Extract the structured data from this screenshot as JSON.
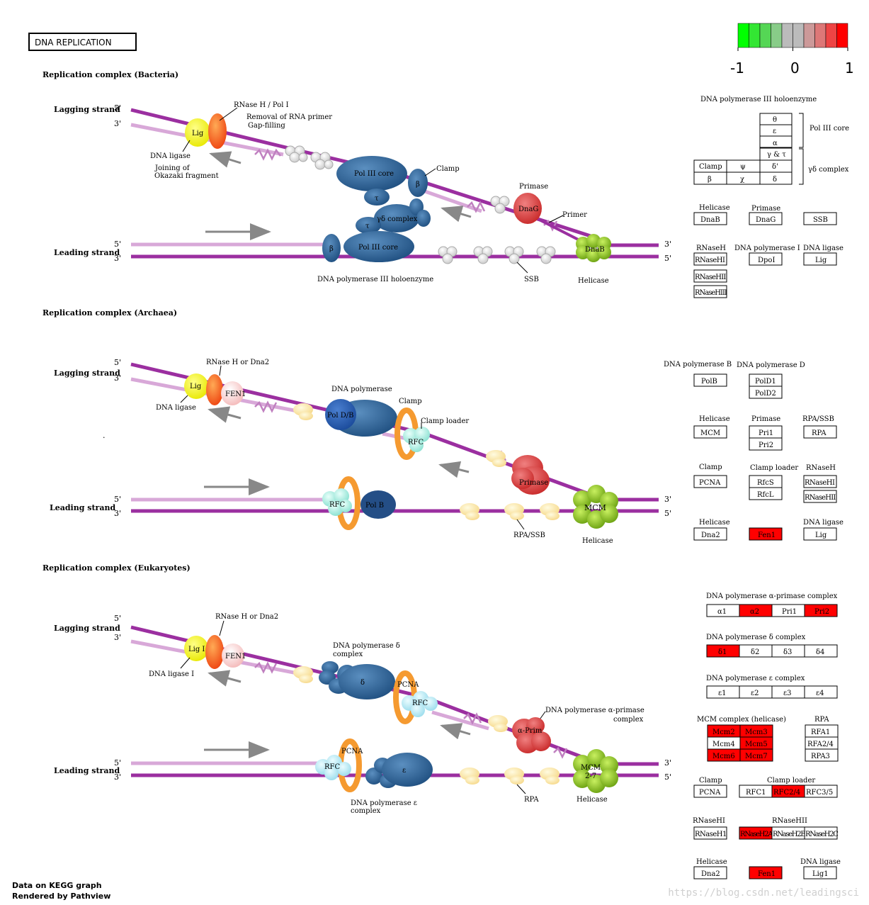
{
  "title": "DNA REPLICATION",
  "legend": {
    "min": "-1",
    "mid": "0",
    "max": "1",
    "colors": [
      "#00ff00",
      "#33e633",
      "#55d655",
      "#88cc88",
      "#bbbbbb",
      "#bbbbbb",
      "#cc9999",
      "#dd7777",
      "#ee4444",
      "#ff0000"
    ]
  },
  "sections": {
    "bacteria": "Replication complex (Bacteria)",
    "archaea": "Replication complex (Archaea)",
    "eukaryotes": "Replication complex (Eukaryotes)"
  },
  "strands": {
    "lagging": "Lagging strand",
    "leading": "Leading strand",
    "p5": "5'",
    "p3": "3'"
  },
  "bacteria_diagram": {
    "lig": "Lig",
    "dna_ligase": "DNA ligase",
    "joining": "Joining of",
    "okazaki": "Okazaki fragment",
    "rnase": "RNase H / Pol I",
    "removal": "Removal of RNA primer",
    "gap": "Gap-filling",
    "pol3core": "Pol III core",
    "tau": "τ",
    "gd": "γδ complex",
    "beta": "β",
    "clamp": "Clamp",
    "primase": "Primase",
    "dnag": "DnaG",
    "primer": "Primer",
    "dnab": "DnaB",
    "helicase": "Helicase",
    "ssb": "SSB",
    "holo": "DNA polymerase III holoenzyme"
  },
  "archaea_diagram": {
    "lig": "Lig",
    "dna_ligase": "DNA ligase",
    "rnase": "RNase H or Dna2",
    "fen1": "FEN1",
    "dnapol": "DNA polymerase",
    "poldb": "Pol D/B",
    "clamp": "Clamp",
    "clamp_loader": "Clamp loader",
    "rfc": "RFC",
    "primase": "Primase",
    "mcm": "MCM",
    "helicase": "Helicase",
    "polb": "Pol B",
    "rpassb": "RPA/SSB",
    "dot": "."
  },
  "euk_diagram": {
    "lig": "Lig I",
    "dna_ligase": "DNA ligase I",
    "rnase": "RNase H or Dna2",
    "fen1": "FEN1",
    "pold": "DNA polymerase δ",
    "complex": "complex",
    "delta": "δ",
    "pcna": "PCNA",
    "rfc": "RFC",
    "polap": "DNA polymerase α-primase",
    "aprim": "α-Prim",
    "mcm": "MCM",
    "mcm27": "2-7",
    "helicase": "Helicase",
    "rpa": "RPA",
    "pole": "DNA polymerase ε",
    "eps": "ε"
  },
  "panel_bacteria": {
    "holo_title": "DNA polymerase III holoenzyme",
    "core": [
      "θ",
      "ε",
      "α"
    ],
    "core_label": "Pol III core",
    "gtau": "γ & τ",
    "clamp": "Clamp",
    "psi": "ψ",
    "dprime": "δ'",
    "beta": "β",
    "chi": "χ",
    "delta": "δ",
    "gd_label": "γδ complex",
    "helicase_h": "Helicase",
    "dnab": "DnaB",
    "primase_h": "Primase",
    "dnag": "DnaG",
    "ssb": "SSB",
    "rnaseh_h": "RNaseH",
    "rnaseh": [
      "RNaseHI",
      "RNaseHII",
      "RNaseHIII"
    ],
    "pol1_h": "DNA polymerase I",
    "dpoi": "DpoI",
    "lig_h": "DNA ligase",
    "lig": "Lig"
  },
  "panel_archaea": {
    "polb_h": "DNA polymerase B",
    "polb": "PolB",
    "pold_h": "DNA polymerase D",
    "pold": [
      "PolD1",
      "PolD2"
    ],
    "helicase_h": "Helicase",
    "mcm": "MCM",
    "primase_h": "Primase",
    "pri": [
      "Pri1",
      "Pri2"
    ],
    "rpa_h": "RPA/SSB",
    "rpa": "RPA",
    "clamp_h": "Clamp",
    "pcna": "PCNA",
    "loader_h": "Clamp loader",
    "rfc": [
      "RfcS",
      "RfcL"
    ],
    "rnaseh_h": "RNaseH",
    "rnaseh": [
      "RNaseHI",
      "RNaseHII"
    ],
    "helicase2_h": "Helicase",
    "dna2": "Dna2",
    "fen1": "Fen1",
    "lig_h": "DNA ligase",
    "lig": "Lig"
  },
  "panel_euk": {
    "ap_h": "DNA polymerase α-primase complex",
    "ap": [
      "α1",
      "α2",
      "Pri1",
      "Pri2"
    ],
    "pd_h": "DNA polymerase δ complex",
    "pd": [
      "δ1",
      "δ2",
      "δ3",
      "δ4"
    ],
    "pe_h": "DNA polymerase ε complex",
    "pe": [
      "ε1",
      "ε2",
      "ε3",
      "ε4"
    ],
    "mcm_h": "MCM complex (helicase)",
    "mcm": [
      "Mcm2",
      "Mcm3",
      "Mcm4",
      "Mcm5",
      "Mcm6",
      "Mcm7"
    ],
    "rpa_h": "RPA",
    "rpa": [
      "RFA1",
      "RFA2/4",
      "RPA3"
    ],
    "clamp_h": "Clamp",
    "pcna": "PCNA",
    "loader_h": "Clamp loader",
    "rfc": [
      "RFC1",
      "RFC2/4",
      "RFC3/5"
    ],
    "rh1_h": "RNaseHI",
    "rh1": "RNaseH1",
    "rh2_h": "RNaseHII",
    "rh2": [
      "RNaseH2A",
      "RNaseH2B",
      "RNaseH2C"
    ],
    "hel_h": "Helicase",
    "dna2": "Dna2",
    "fen1": "Fen1",
    "lig_h": "DNA ligase",
    "lig": "Lig1"
  },
  "footer": {
    "line1": "Data on KEGG graph",
    "line2": "Rendered by Pathview"
  },
  "watermark": "https://blog.csdn.net/leadingsci"
}
